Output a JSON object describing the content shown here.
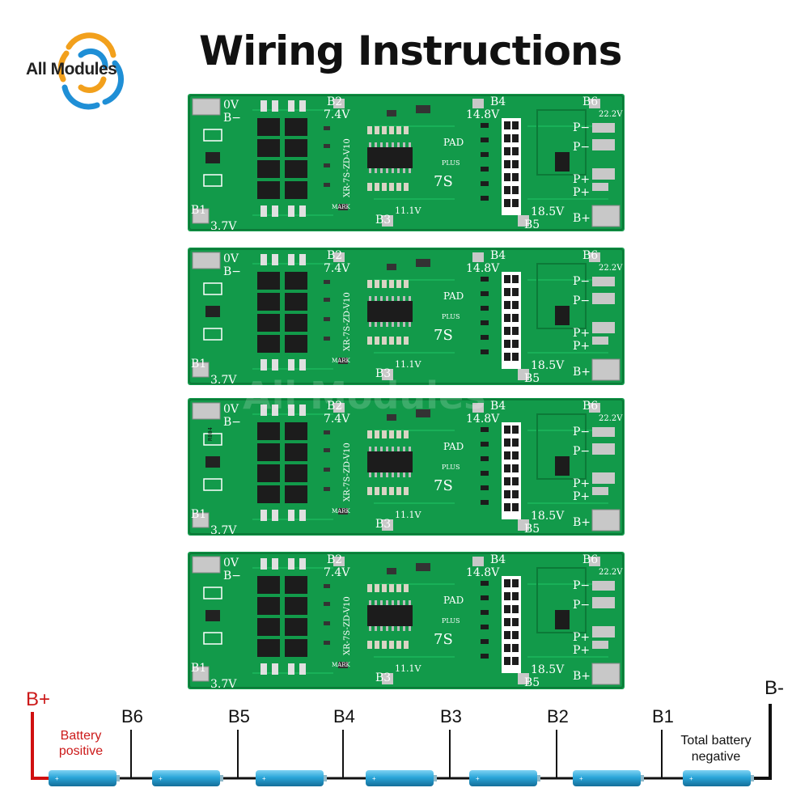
{
  "logo": {
    "text": "All Modules"
  },
  "title": "Wiring Instructions",
  "watermark": "All Modules",
  "board": {
    "pads_top": {
      "zero_v": "0V",
      "b_minus": "B−",
      "b2": "B2",
      "v74": "7.4V",
      "b4": "B4",
      "v148": "14.8V",
      "b6": "B6",
      "v222": "22.2V"
    },
    "pads_bottom": {
      "b1": "B1",
      "v37": "3.7V",
      "b3": "B3",
      "v111": "11.1V",
      "b5": "B5",
      "v185": "18.5V",
      "b_plus": "B+"
    },
    "outputs": {
      "p_minus": "P−",
      "p_plus": "P+"
    },
    "silkscreen": {
      "model": "XR-7S-ZD-V10",
      "pad": "PAD",
      "plus": "PLUS",
      "cells": "7S",
      "mark": "MARK",
      "resistor": "R004"
    },
    "variants": [
      "board-variant-1",
      "board-variant-2",
      "board-variant-3",
      "board-variant-4"
    ]
  },
  "wiring": {
    "b_plus": "B+",
    "b_minus": "B-",
    "battery_positive": [
      "Battery",
      "positive"
    ],
    "total_negative": [
      "Total battery",
      "negative"
    ],
    "taps": [
      "B6",
      "B5",
      "B4",
      "B3",
      "B2",
      "B1"
    ],
    "colors": {
      "positive": "#d01010",
      "negative": "#111111",
      "cell": "#2aa6d9",
      "positive_label": "#cc1a1a"
    }
  }
}
